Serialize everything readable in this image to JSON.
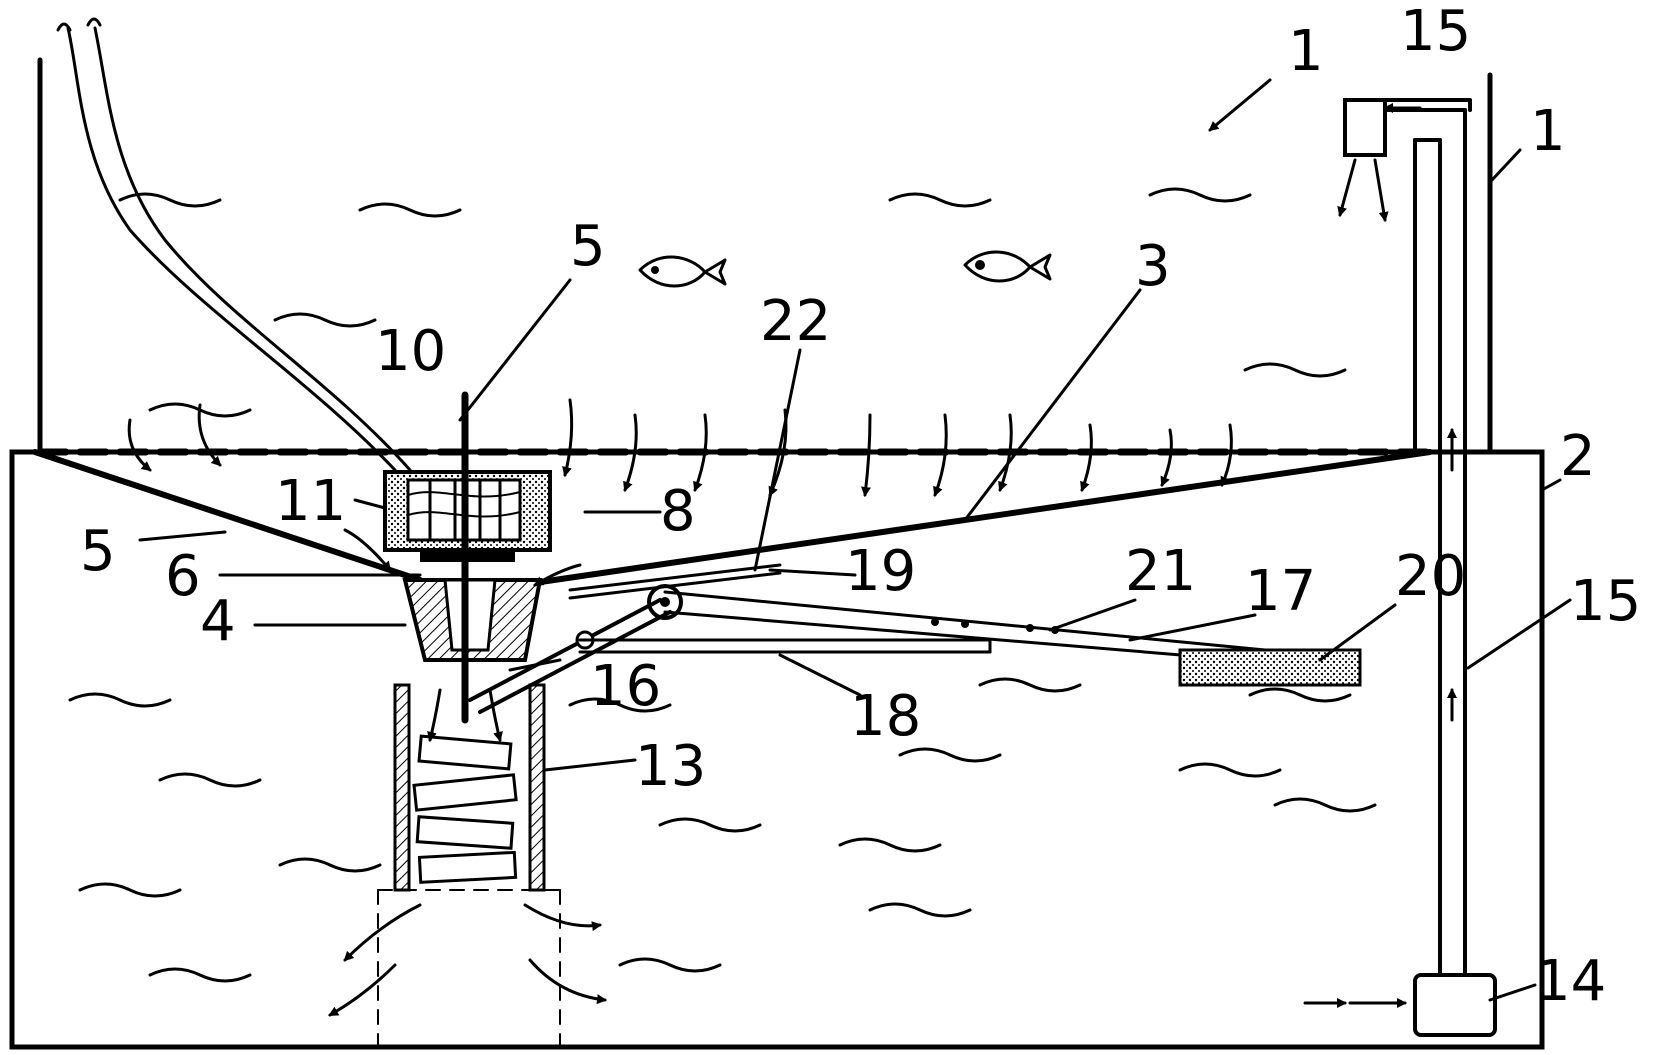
{
  "labels": {
    "l1_top": "1",
    "l1_right": "1",
    "l2": "2",
    "l3": "3",
    "l4": "4",
    "l5_top": "5",
    "l5_left": "5",
    "l6": "6",
    "l8": "8",
    "l10": "10",
    "l11": "11",
    "l13": "13",
    "l14": "14",
    "l15_top": "15",
    "l15_right": "15",
    "l16": "16",
    "l17": "17",
    "l18": "18",
    "l19": "19",
    "l20": "20",
    "l21": "21",
    "l22": "22"
  },
  "colors": {
    "ink": "#000000",
    "paper": "#ffffff"
  }
}
